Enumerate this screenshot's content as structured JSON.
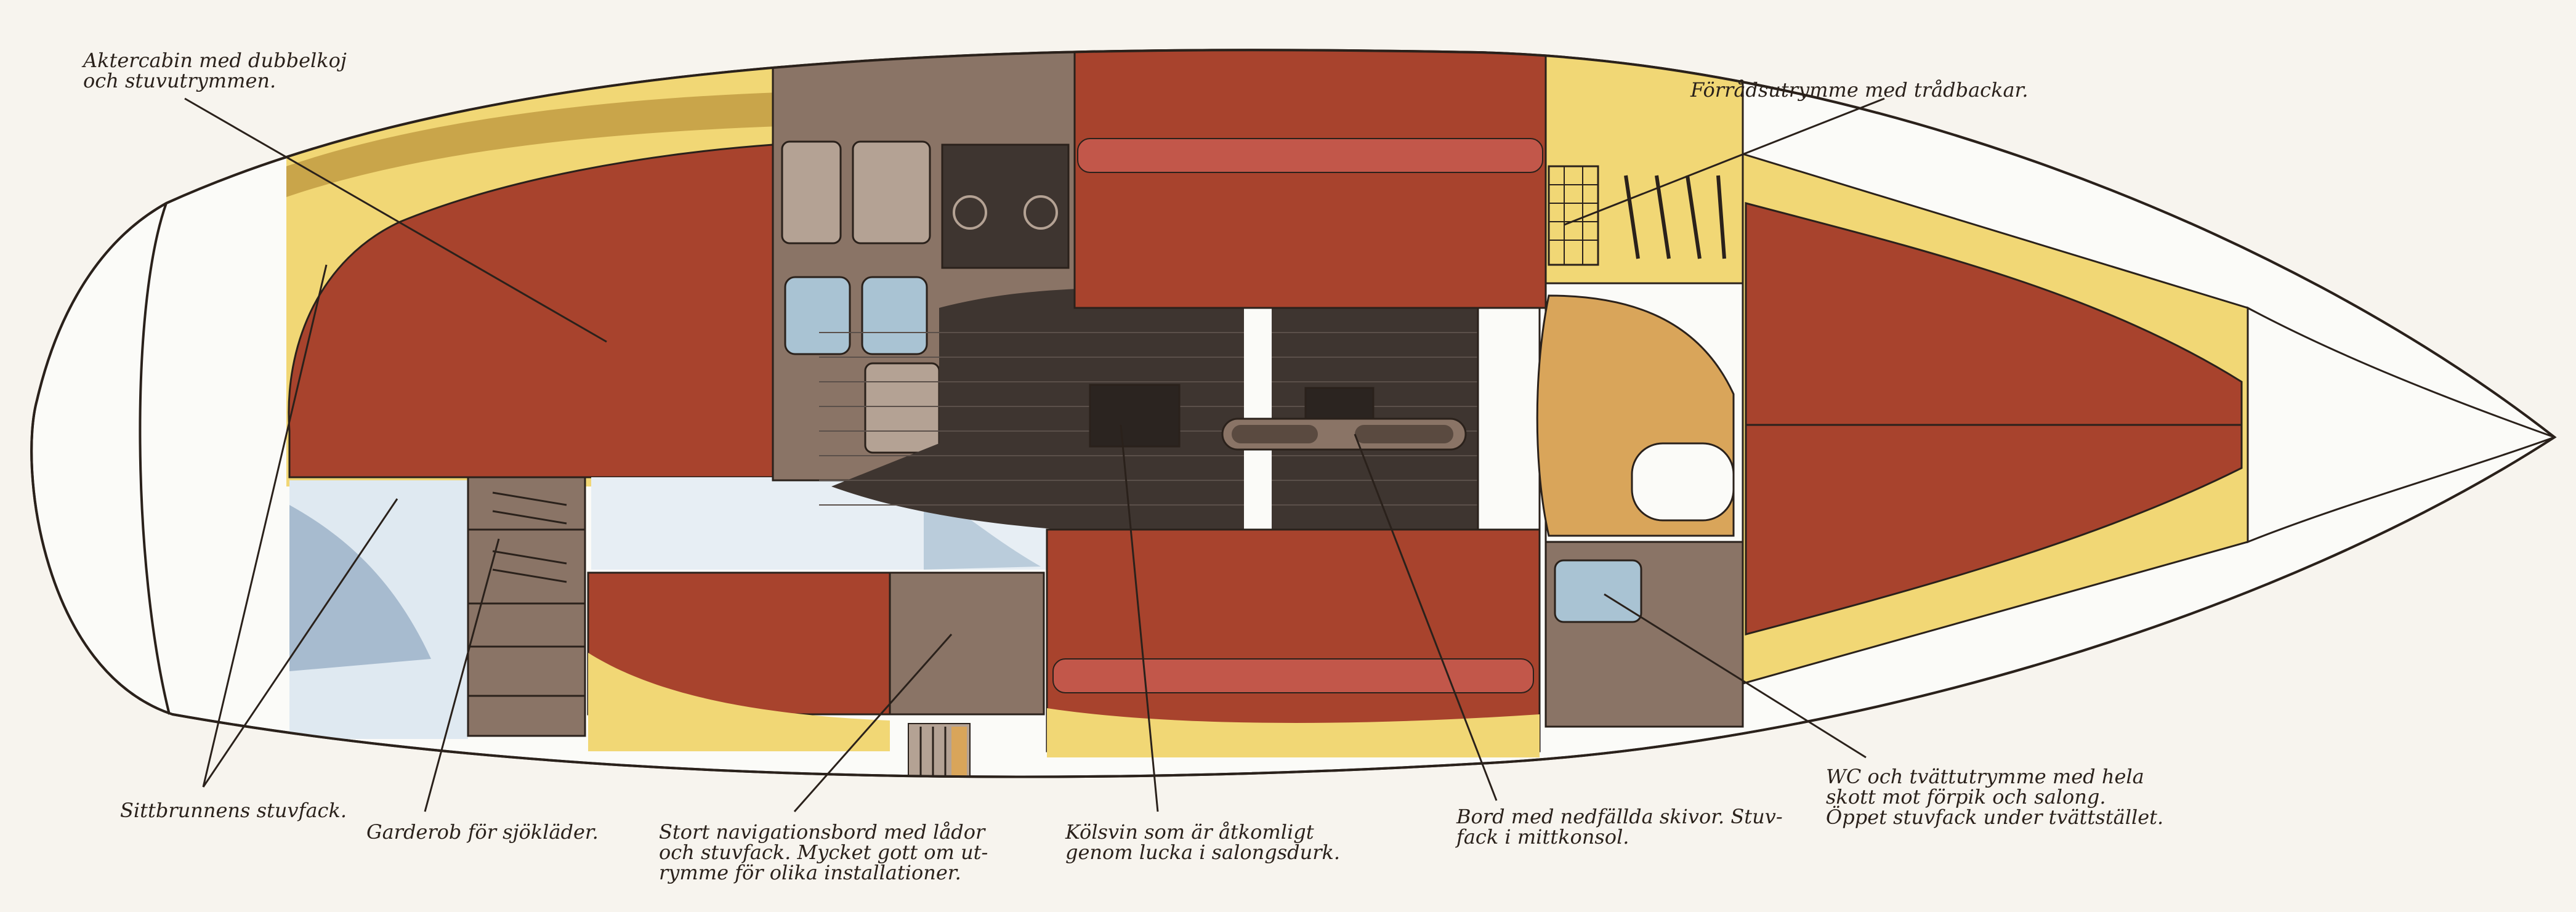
{
  "labels": {
    "aft_cabin": [
      "Aktercabin med dubbelkoj",
      "och stuvutrymmen."
    ],
    "storage": [
      "Förrådsutrymme med trådbackar."
    ],
    "cockpit_lockers": [
      "Sittbrunnens stuvfack."
    ],
    "wardrobe": [
      "Garderob för sjökläder."
    ],
    "nav_table": [
      "Stort navigationsbord med lådor",
      "och stuvfack. Mycket gott om ut-",
      "rymme för olika installationer."
    ],
    "keel": [
      "Kölsvin som är åtkomligt",
      "genom lucka i salongsdurk."
    ],
    "table": [
      "Bord med nedfällda skivor. Stuv-",
      "fack i mittkonsol."
    ],
    "wc": [
      "WC och tvättutrymme med hela",
      "skott mot förpik och salong.",
      "Öppet stuvfack under tvättstället."
    ]
  },
  "colors": {
    "paper": "#f7f4ee",
    "outline": "#2a211b",
    "berth_red": "#a8432d",
    "berth_dark": "#8a3322",
    "yellow": "#f1d775",
    "brown_furniture": "#8a7466",
    "cabinet_light": "#b4a294",
    "floor_dark": "#3e3530",
    "sink_blue": "#a9c3d3",
    "tan": "#d9a55a",
    "white": "#fbfbf8"
  }
}
